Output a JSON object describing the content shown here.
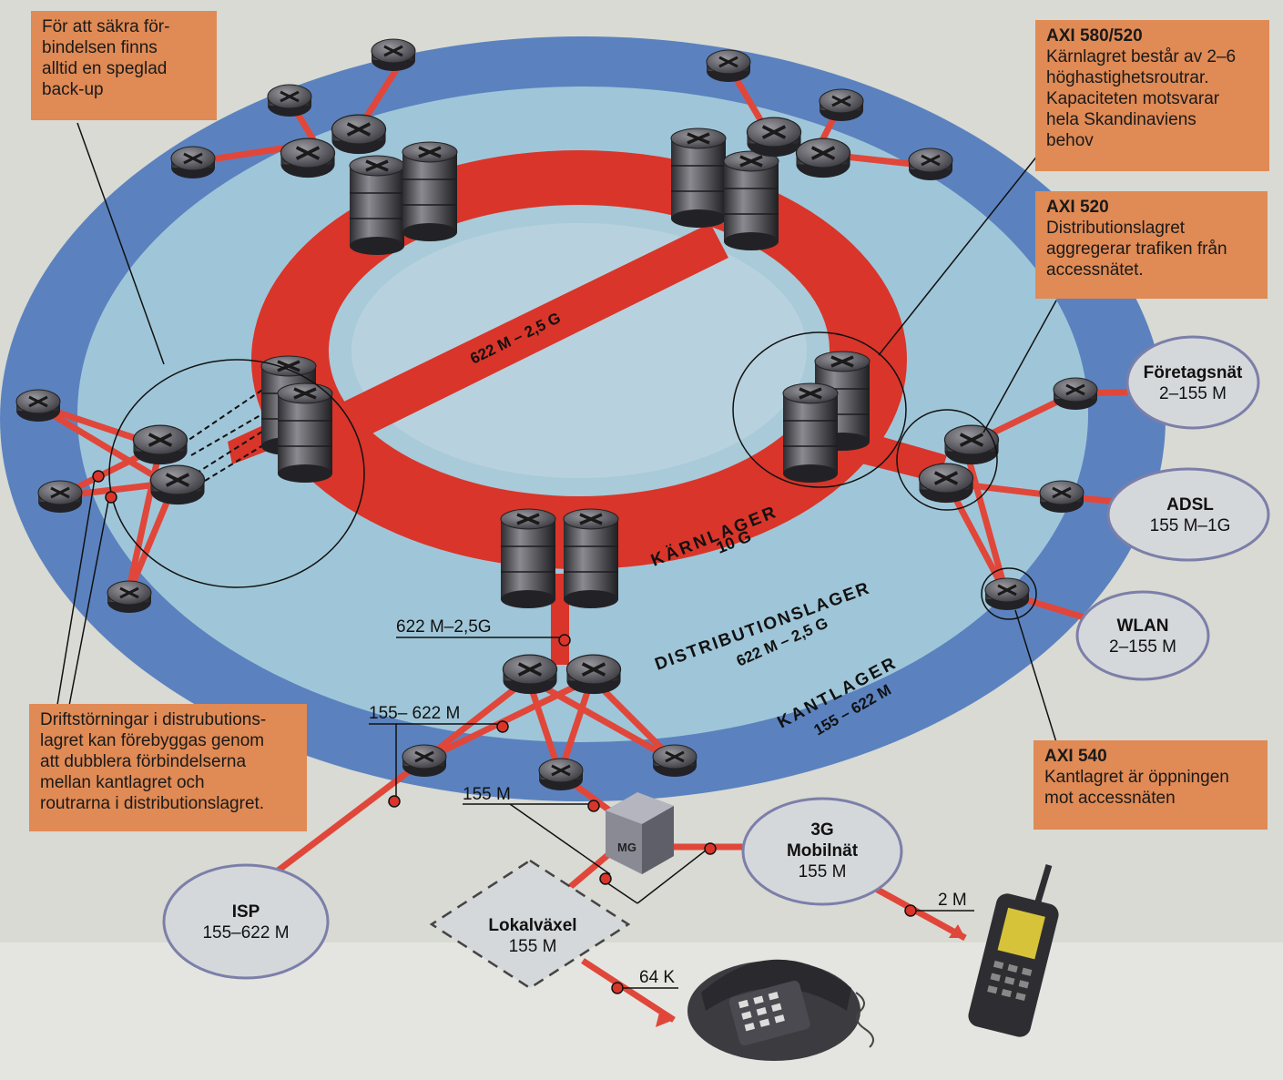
{
  "callouts": {
    "backup": {
      "body": "För att säkra för-\nbindelsen finns\nalltid en speglad\nback-up"
    },
    "axi580": {
      "title": "AXI 580/520",
      "body": "Kärnlagret består av 2–6\nhöghastighetsroutrar.\nKapaciteten motsvarar\nhela Skandinaviens\nbehov"
    },
    "axi520": {
      "title": "AXI 520",
      "body": "Distributionslagret\naggregerar trafiken från\naccessnätet."
    },
    "drift": {
      "body": "Driftstörningar i distrubutions-\nlagret kan förebyggas genom\natt dubblera förbindelserna\nmellan kantlagret och\nroutrarna i distributionslagret."
    },
    "axi540": {
      "title": "AXI 540",
      "body": "Kantlagret är öppningen\nmot accessnäten"
    }
  },
  "access_networks": {
    "foretag": {
      "name": "Företagsnät",
      "rate": "2–155 M"
    },
    "adsl": {
      "name": "ADSL",
      "rate": "155 M–1G"
    },
    "wlan": {
      "name": "WLAN",
      "rate": "2–155 M"
    },
    "mobile": {
      "name1": "3G",
      "name2": "Mobilnät",
      "rate": "155 M"
    },
    "isp": {
      "name": "ISP",
      "rate": "155–622 M"
    },
    "pbx": {
      "name": "Lokalväxel",
      "rate": "155 M"
    }
  },
  "layers": {
    "core_name": "KÄRNLAGER",
    "core_rate": "10 G",
    "dist_name": "DISTRIBUTIONSLAGER",
    "dist_rate": "622 M – 2,5 G",
    "edge_name": "KANTLAGER",
    "edge_rate": "155 – 622 M",
    "core_cross_rate": "622 M – 2,5 G"
  },
  "link_rates": {
    "dist_uplink": "622 M–2,5G",
    "edge_uplink": "155– 622 M",
    "mg_link": "155 M",
    "mobile_phone": "2 M",
    "desk_phone": "64 K"
  },
  "mg_label": "MG",
  "colors": {
    "core_ring": "#d9352a",
    "dist_ring": "#9fc6d8",
    "edge_ring": "#5a80bd",
    "callout": "#e08a55",
    "link": "#e0473a"
  }
}
